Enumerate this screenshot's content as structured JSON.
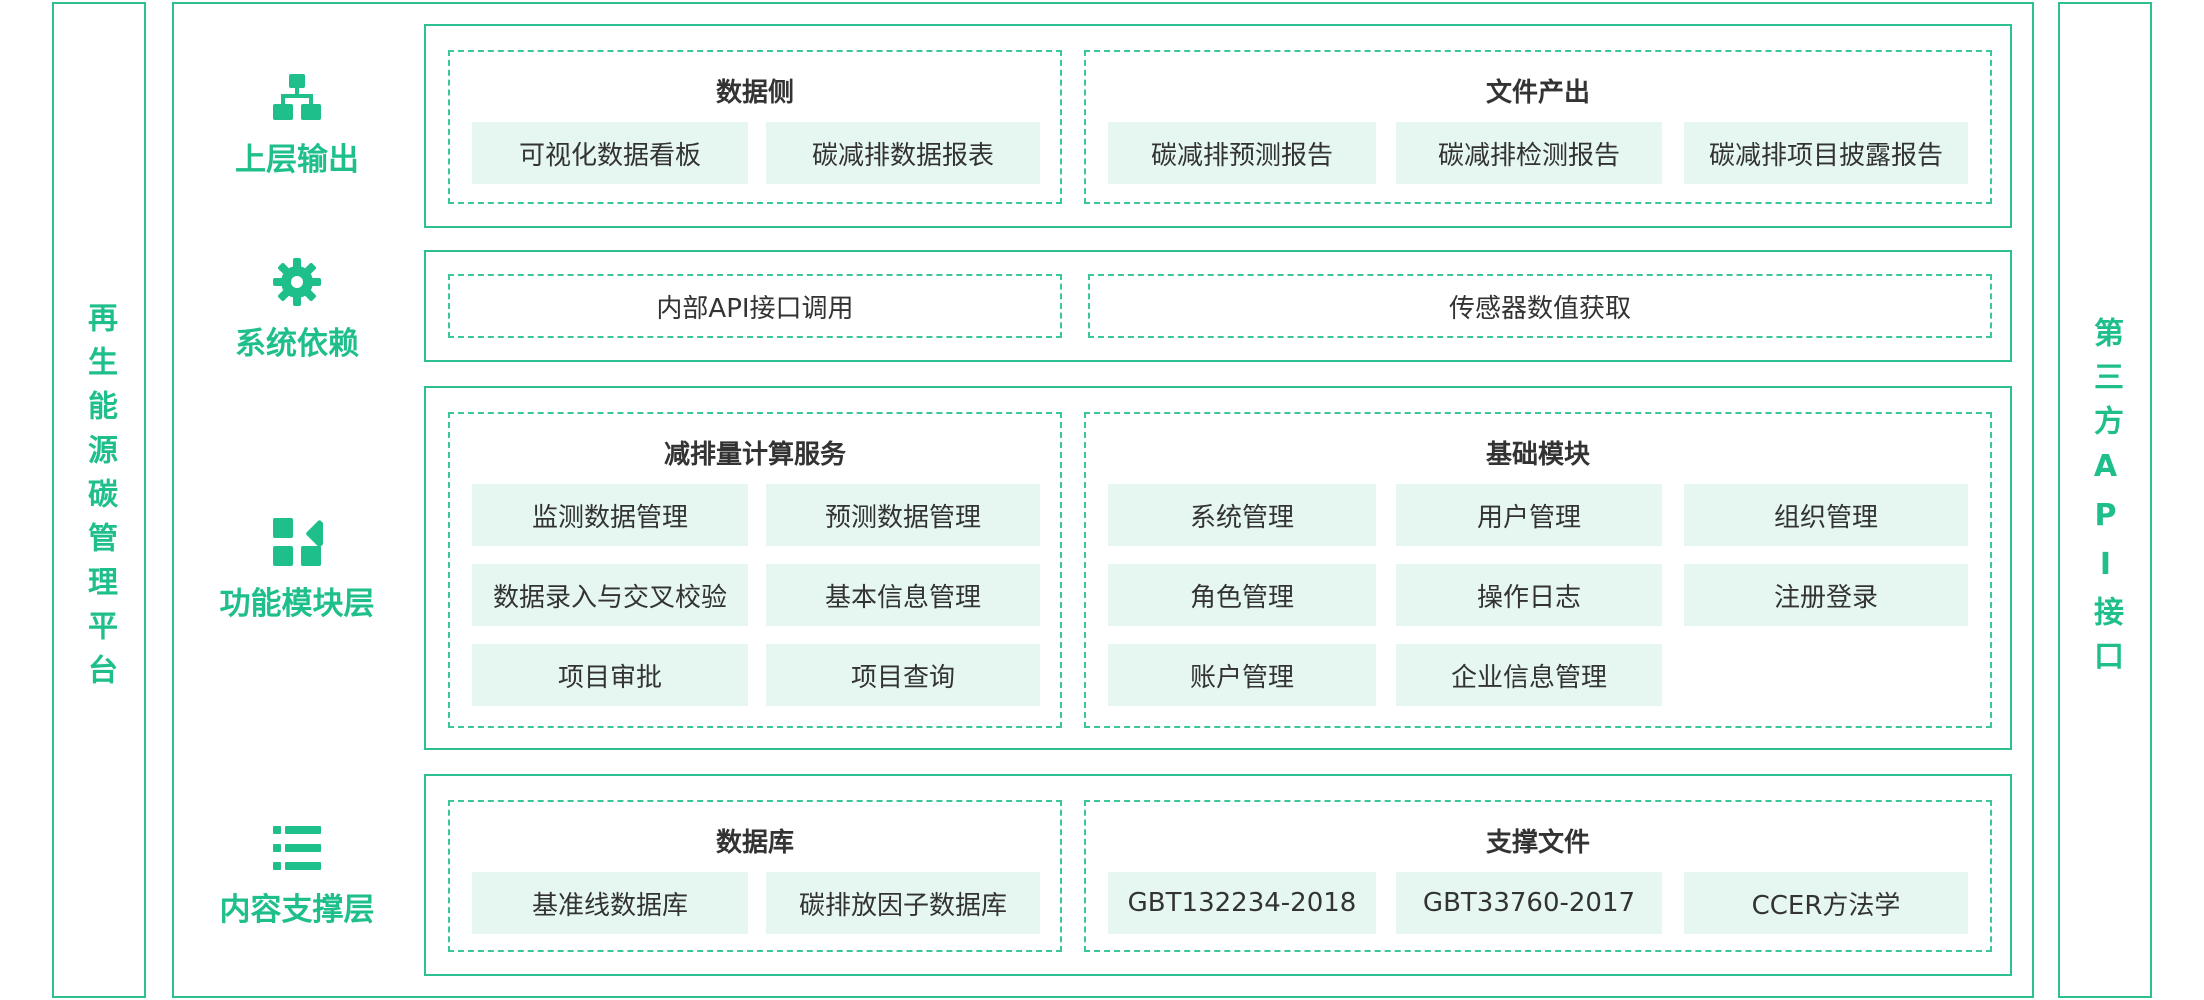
{
  "left_sidebar": {
    "label": "再生能源碳管理平台"
  },
  "right_sidebar": {
    "label": "第三方API接口"
  },
  "layers": {
    "output": {
      "label": "上层输出",
      "icon": "hierarchy-icon",
      "data_side": {
        "title": "数据侧",
        "items": [
          "可视化数据看板",
          "碳减排数据报表"
        ]
      },
      "file_output": {
        "title": "文件产出",
        "items": [
          "碳减排预测报告",
          "碳减排检测报告",
          "碳减排项目披露报告"
        ]
      }
    },
    "dependency": {
      "label": "系统依赖",
      "icon": "gear-icon",
      "items": [
        "内部API接口调用",
        "传感器数值获取"
      ]
    },
    "function": {
      "label": "功能模块层",
      "icon": "modules-icon",
      "calc_service": {
        "title": "减排量计算服务",
        "items": [
          "监测数据管理",
          "预测数据管理",
          "数据录入与交叉校验",
          "基本信息管理",
          "项目审批",
          "项目查询"
        ]
      },
      "base_module": {
        "title": "基础模块",
        "items": [
          "系统管理",
          "用户管理",
          "组织管理",
          "角色管理",
          "操作日志",
          "注册登录",
          "账户管理",
          "企业信息管理"
        ]
      }
    },
    "content": {
      "label": "内容支撑层",
      "icon": "list-icon",
      "database": {
        "title": "数据库",
        "items": [
          "基准线数据库",
          "碳排放因子数据库"
        ]
      },
      "support_files": {
        "title": "支撑文件",
        "items": [
          "GBT132234-2018",
          "GBT33760-2017",
          "CCER方法学"
        ]
      }
    }
  },
  "colors": {
    "accent": "#1fbf8c",
    "border": "#2ec092",
    "item_bg": "#e6f7f1",
    "text": "#333333"
  }
}
